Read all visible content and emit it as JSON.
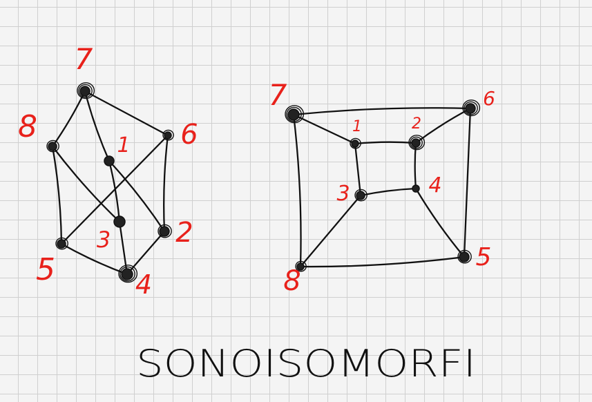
{
  "caption": "SONOISOMORFI",
  "colors": {
    "label": "#e8211b",
    "ink": "#111111",
    "background": "#f4f4f4",
    "grid": "#cfcfcf"
  },
  "graph_left": {
    "nodes": [
      {
        "id": "7",
        "label": "7"
      },
      {
        "id": "8",
        "label": "8"
      },
      {
        "id": "6",
        "label": "6"
      },
      {
        "id": "1",
        "label": "1"
      },
      {
        "id": "3",
        "label": "3"
      },
      {
        "id": "2",
        "label": "2"
      },
      {
        "id": "5",
        "label": "5"
      },
      {
        "id": "4",
        "label": "4"
      }
    ],
    "edges": [
      [
        "7",
        "8"
      ],
      [
        "7",
        "6"
      ],
      [
        "7",
        "1"
      ],
      [
        "1",
        "3"
      ],
      [
        "3",
        "4"
      ],
      [
        "8",
        "3"
      ],
      [
        "8",
        "5"
      ],
      [
        "6",
        "5"
      ],
      [
        "6",
        "2"
      ],
      [
        "1",
        "2"
      ],
      [
        "2",
        "4"
      ],
      [
        "5",
        "4"
      ]
    ]
  },
  "graph_right": {
    "nodes": [
      {
        "id": "7",
        "label": "7"
      },
      {
        "id": "6",
        "label": "6"
      },
      {
        "id": "1",
        "label": "1"
      },
      {
        "id": "2",
        "label": "2"
      },
      {
        "id": "3",
        "label": "3"
      },
      {
        "id": "4",
        "label": "4"
      },
      {
        "id": "8",
        "label": "8"
      },
      {
        "id": "5",
        "label": "5"
      }
    ],
    "edges": [
      [
        "7",
        "6"
      ],
      [
        "7",
        "1"
      ],
      [
        "6",
        "2"
      ],
      [
        "1",
        "2"
      ],
      [
        "1",
        "3"
      ],
      [
        "2",
        "4"
      ],
      [
        "3",
        "4"
      ],
      [
        "3",
        "8"
      ],
      [
        "4",
        "5"
      ],
      [
        "7",
        "8"
      ],
      [
        "6",
        "5"
      ],
      [
        "8",
        "5"
      ]
    ]
  }
}
